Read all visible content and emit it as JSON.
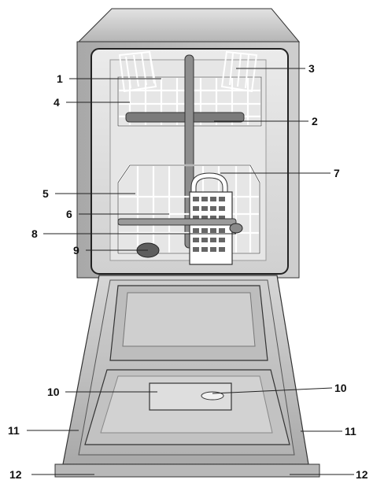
{
  "diagram": {
    "subject": "dishwasher-front-open",
    "callouts": [
      {
        "id": "c1",
        "text": "1"
      },
      {
        "id": "c2",
        "text": "2"
      },
      {
        "id": "c3",
        "text": "3"
      },
      {
        "id": "c4",
        "text": "4"
      },
      {
        "id": "c5",
        "text": "5"
      },
      {
        "id": "c6",
        "text": "6"
      },
      {
        "id": "c7",
        "text": "7"
      },
      {
        "id": "c8",
        "text": "8"
      },
      {
        "id": "c9",
        "text": "9"
      },
      {
        "id": "c10a",
        "text": "10"
      },
      {
        "id": "c10b",
        "text": "10"
      },
      {
        "id": "c11a",
        "text": "11"
      },
      {
        "id": "c11b",
        "text": "11"
      },
      {
        "id": "c12a",
        "text": "12"
      },
      {
        "id": "c12b",
        "text": "12"
      }
    ]
  },
  "colors": {
    "body": "#c8c8c8",
    "body_dark": "#9a9a9a",
    "interior": "#dcdcdc",
    "door_panel": "#c4c4c4",
    "wire": "#ffffff",
    "outline": "#222222"
  }
}
